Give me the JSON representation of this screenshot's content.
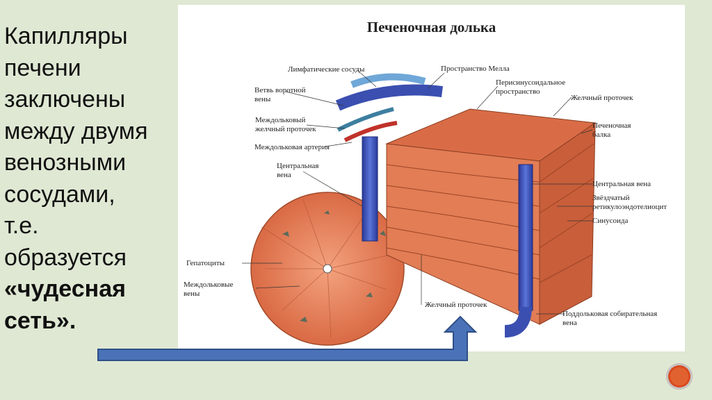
{
  "slide": {
    "text_lines": [
      "Капилляры",
      "печени",
      "заключены",
      "между двумя",
      "венозными",
      "сосудами,",
      "т.е.",
      "образуется"
    ],
    "bold_lines": [
      "«чудесная",
      "сеть»."
    ]
  },
  "figure": {
    "title": "Печеночная долька",
    "labels": {
      "lymph": "Лимфатические сосуды",
      "portal1": "Ветвь воротной",
      "portal2": "вены",
      "duct1": "Междольковый",
      "duct2": "желчный проточек",
      "artery": "Междольковая артерия",
      "central1": "Центральная",
      "central2": "вена",
      "hepatocytes": "Гепатоциты",
      "ilv1": "Междольковые",
      "ilv2": "вены",
      "mall": "Пространство Мелла",
      "peri1": "Перисинусоидальное",
      "peri2": "пространство",
      "bileduct_r": "Желчный проточек",
      "beam1": "Печеночная",
      "beam2": "балка",
      "centralvein_r": "Центральная вена",
      "star1": "Звёздчатый",
      "star2": "ретикулоэндотелиоцит",
      "sinusoid": "Синусоида",
      "bileduct_b": "Желчный проточек",
      "sublob1": "Поддольковая собирательная",
      "sublob2": "вена"
    }
  },
  "colors": {
    "background": "#dfe8d3",
    "arrow_fill": "#4a72b8",
    "arrow_stroke": "#2f4f86",
    "tissue": "#e07a52",
    "vein": "#3b4fb0"
  }
}
